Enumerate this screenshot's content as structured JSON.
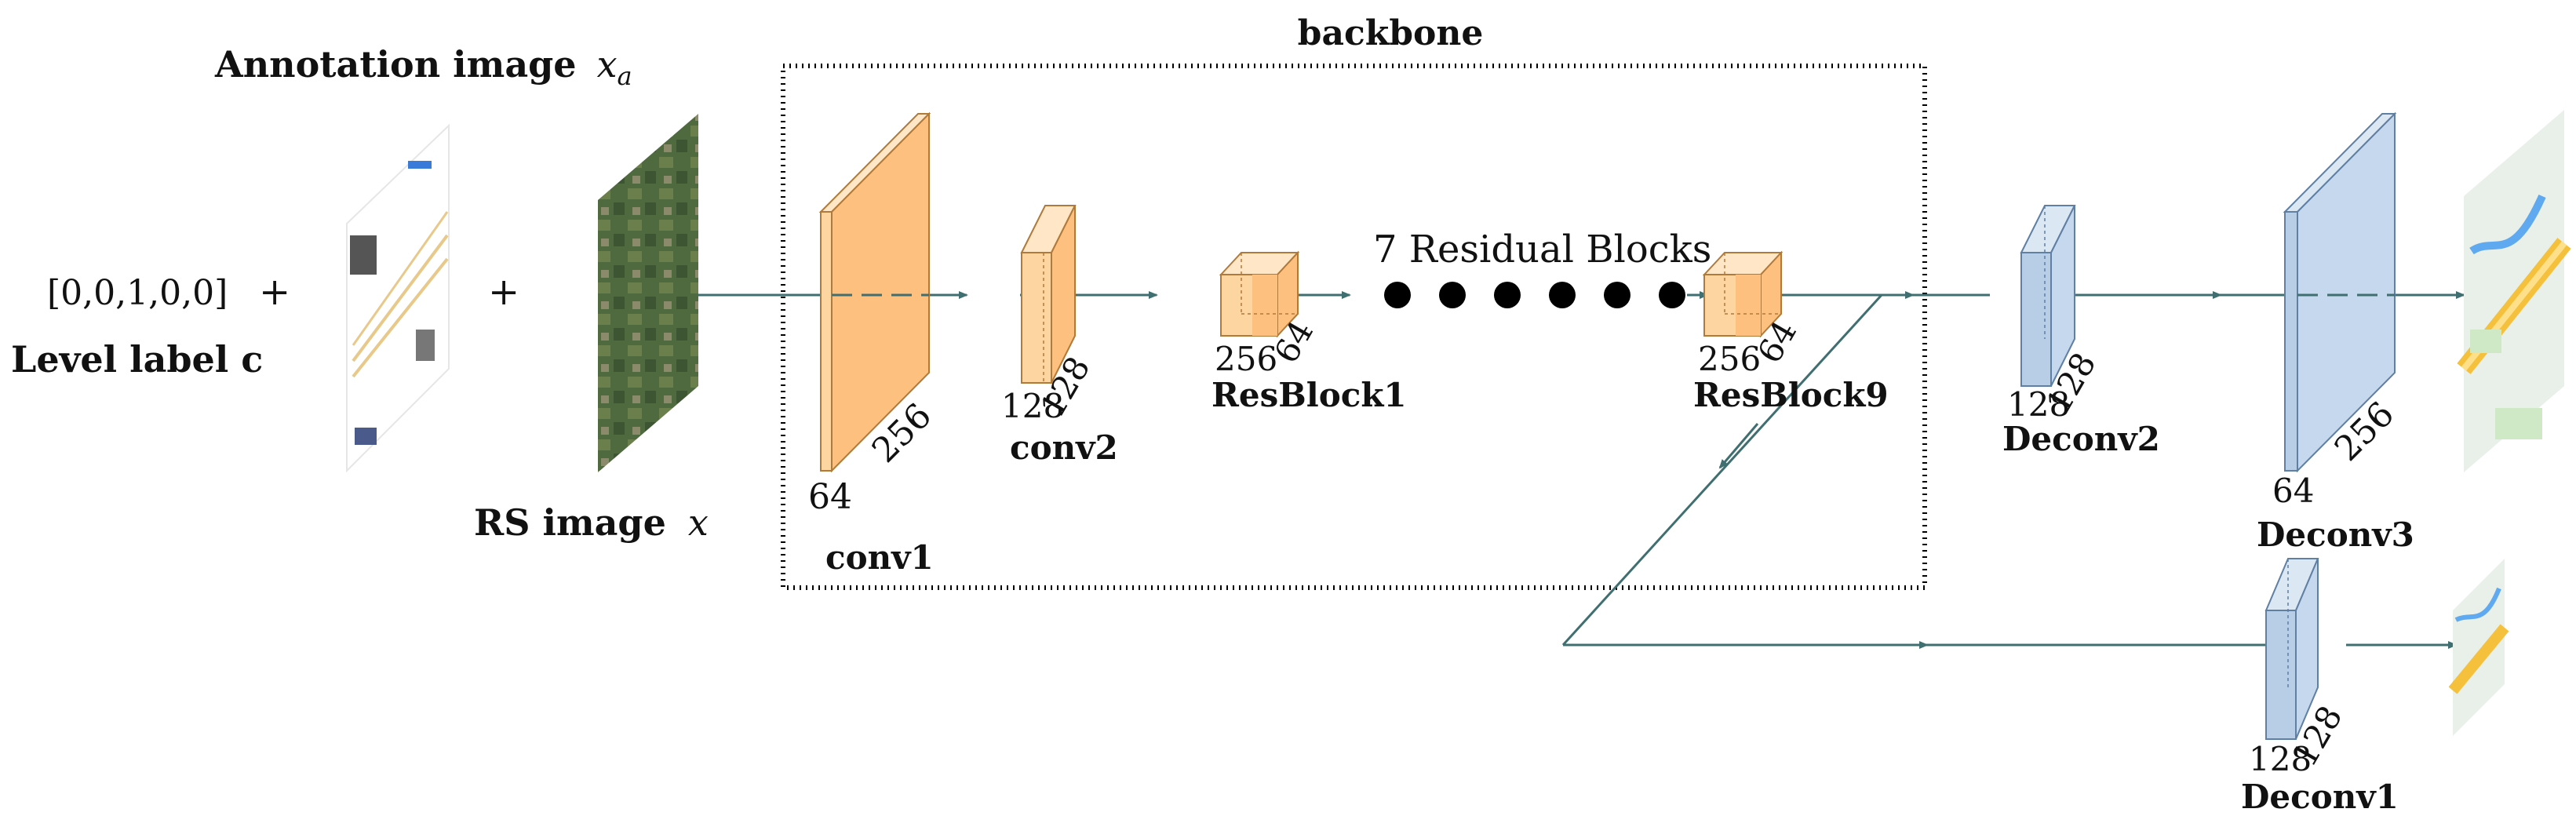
{
  "colors": {
    "arrow": "#3f6f70",
    "encoder_fill": "#fdc07f",
    "encoder_front": "#fdd5a1",
    "encoder_light": "#fee6c6",
    "encoder_edge": "#b07a3a",
    "decoder_fill": "#c6d8ee",
    "decoder_front": "#b8cde6",
    "decoder_edge": "#5f7fa3",
    "backbone_border": "#000000"
  },
  "inputs": {
    "level_vector": "[0,0,1,0,0]",
    "level_label": "Level label c",
    "plus_1": "+",
    "plus_2": "+",
    "annotation_title": "Annotation image",
    "annotation_symbol": "x",
    "annotation_subscript": "a",
    "rs_title": "RS image",
    "rs_symbol": "x"
  },
  "backbone": {
    "title": "backbone",
    "conv1": {
      "name": "conv1",
      "depth_label": "64",
      "size_label": "256"
    },
    "conv2": {
      "name": "conv2",
      "depth_label": "128",
      "size_label": "128"
    },
    "resblock1": {
      "name": "ResBlock1",
      "depth_label": "256",
      "size_label": "64"
    },
    "residual_text": "7 Residual Blocks",
    "resblock9": {
      "name": "ResBlock9",
      "depth_label": "256",
      "size_label": "64"
    }
  },
  "decoders": {
    "deconv2": {
      "name": "Deconv2",
      "depth_label": "128",
      "size_label": "128"
    },
    "deconv3": {
      "name": "Deconv3",
      "depth_label": "64",
      "size_label": "256"
    },
    "deconv1": {
      "name": "Deconv1",
      "depth_label": "128",
      "size_label": "128"
    }
  }
}
